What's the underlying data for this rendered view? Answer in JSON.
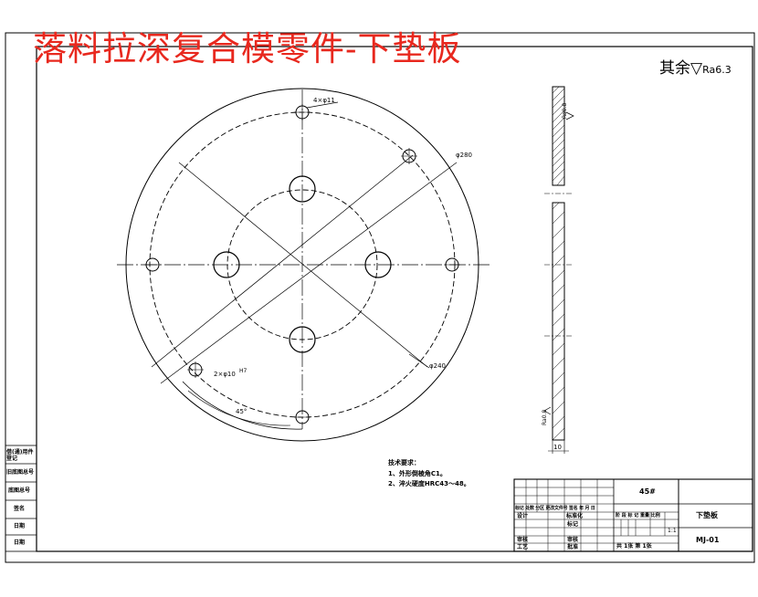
{
  "title": "落料拉深复合模零件-下垫板",
  "surface_note": {
    "prefix": "其余",
    "symbol": "▽",
    "value": "Ra6.3"
  },
  "dimensions": {
    "holes_4": "4×φ11",
    "dia_280": "φ280",
    "dia_240": "φ240",
    "holes_2": "2×φ10",
    "holes_2_tol": "H7",
    "angle": "45°",
    "ra_top": "Ra0.8",
    "ra_bottom": "Ra0.8",
    "thickness": "10"
  },
  "tech_req": {
    "heading": "技术要求：",
    "item1": "1、外形倒棱角C1。",
    "item2": "2、淬火硬度HRC43～48。"
  },
  "left_column": [
    "借(通)用件登记",
    "旧底图总号",
    "底图总号",
    "签名",
    "日期",
    "日期"
  ],
  "title_block": {
    "material": "45#",
    "part_name": "下垫板",
    "drawing_no": "MJ-01",
    "scale": "1:1",
    "rev_headers": "标记 处数 分区 更改文件号 签名 年 月 日",
    "row_design": "设计",
    "row_std": "标准化",
    "row_review": "审核",
    "row_process": "工艺",
    "row_check": "审核",
    "row_approve": "批准",
    "stage_headers": "阶 段 标 记  重量  比例",
    "sheet_info": "共 1张  第 1张",
    "row_bj": "标记"
  }
}
